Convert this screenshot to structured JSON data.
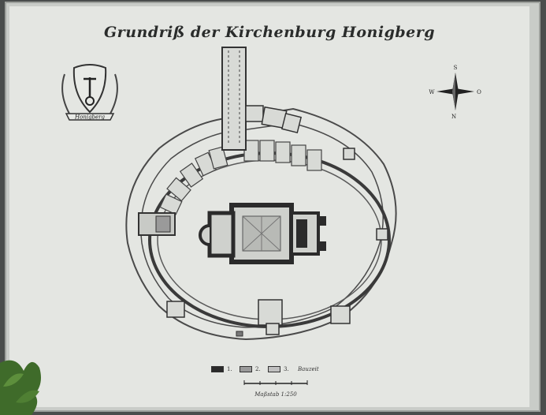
{
  "map": {
    "title": "Grundriß der Kirchenburg Honigberg",
    "crest_banner": "Honigberg",
    "compass": {
      "north": "N",
      "south": "S",
      "east": "O",
      "west": "W"
    },
    "legend": [
      {
        "label": "1.",
        "fill": "#2a2a2a"
      },
      {
        "label": "2.",
        "fill": "#9a9a9a"
      },
      {
        "label": "3.",
        "fill": "#c0c0c0"
      },
      {
        "label": "Bauzeit",
        "fill": ""
      }
    ],
    "scale_label": "Maßstab 1:250"
  },
  "colors": {
    "wall_dark": "#2b2b2b",
    "wall_mid": "#8f8f8f",
    "paper": "#e4e6e2",
    "frame": "#c9ccc8"
  }
}
